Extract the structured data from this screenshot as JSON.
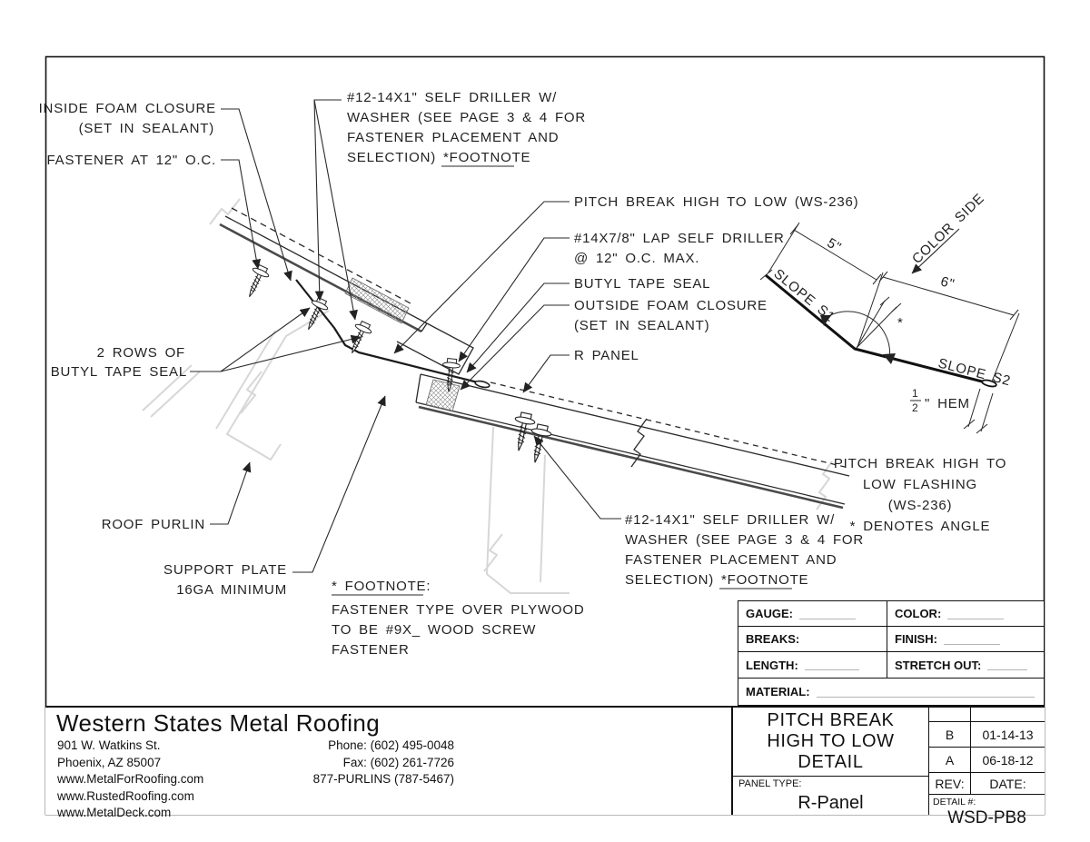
{
  "callouts": {
    "inside_foam_l1": "INSIDE FOAM CLOSURE",
    "inside_foam_l2": "(SET IN SEALANT)",
    "fastener_12": "FASTENER AT 12\" O.C.",
    "driller_l1": "#12-14X1\" SELF DRILLER W/",
    "driller_l2": "WASHER (SEE PAGE 3 & 4 FOR",
    "driller_l3": "FASTENER PLACEMENT AND",
    "driller_l4a": "SELECTION) *",
    "driller_l4b": "FOOTNOTE",
    "pitch_break": "PITCH BREAK HIGH TO LOW (WS-236)",
    "lap_l1": "#14X7/8\" LAP SELF DRILLER",
    "lap_l2": "@ 12\" O.C. MAX.",
    "butyl": "BUTYL TAPE SEAL",
    "outside_foam_l1": "OUTSIDE FOAM CLOSURE",
    "outside_foam_l2": "(SET IN SEALANT)",
    "r_panel": "R PANEL",
    "two_rows_l1": "2 ROWS OF",
    "two_rows_l2": "BUTYL TAPE SEAL",
    "roof_purlin": "ROOF PURLIN",
    "support_l1": "SUPPORT PLATE",
    "support_l2": "16GA MINIMUM",
    "footnote_title": "* FOOTNOTE:",
    "footnote_l1": "FASTENER TYPE OVER PLYWOOD",
    "footnote_l2": "TO BE #9X_ WOOD SCREW",
    "footnote_l3": "FASTENER"
  },
  "profile": {
    "slope_s1": "SLOPE S1",
    "slope_s2": "SLOPE S2",
    "dim_5": "5\"",
    "dim_6": "6\"",
    "color_side": "COLOR SIDE",
    "angle_star": "*",
    "hem_num": "1",
    "hem_den": "2",
    "hem_suffix": "\" HEM",
    "caption_l1": "PITCH BREAK HIGH TO",
    "caption_l2": "LOW FLASHING",
    "caption_l3": "(WS-236)",
    "caption_l4": "* DENOTES ANGLE"
  },
  "form": {
    "gauge": "GAUGE:",
    "color": "COLOR:",
    "breaks": "BREAKS:",
    "finish": "FINISH:",
    "length": "LENGTH:",
    "stretch_out": "STRETCH OUT:",
    "material": "MATERIAL:"
  },
  "title_block": {
    "title_l1": "PITCH BREAK",
    "title_l2": "HIGH TO LOW",
    "title_l3": "DETAIL",
    "panel_type_label": "PANEL TYPE:",
    "panel_type_value": "R-Panel",
    "rev_rows": [
      {
        "rev": "B",
        "date": "01-14-13"
      },
      {
        "rev": "A",
        "date": "06-18-12"
      }
    ],
    "rev_header": "REV:",
    "date_header": "DATE:",
    "detail_label": "DETAIL #:",
    "detail_value": "WSD-PB8"
  },
  "company": {
    "name": "Western States Metal Roofing",
    "address_l1": "901 W. Watkins St.",
    "address_l2": "Phoenix, AZ 85007",
    "web1": "www.MetalForRoofing.com",
    "web2": "www.RustedRoofing.com",
    "web3": "www.MetalDeck.com",
    "phone": "Phone: (602) 495-0048",
    "fax": "Fax: (602) 261-7726",
    "tollfree": "877-PURLINS (787-5467)"
  },
  "colors": {
    "line": "#222222",
    "ghost_gray": "#d7d7d7",
    "blank_line_gray": "#b5b5b5"
  }
}
